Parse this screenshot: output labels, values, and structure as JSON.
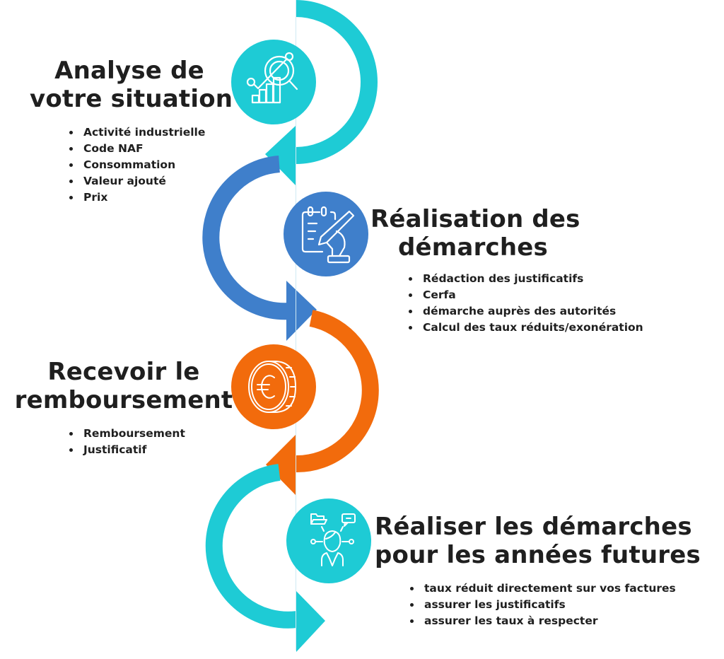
{
  "colors": {
    "cyan": "#1ECBD5",
    "blue": "#3F7FCB",
    "orange": "#F26B0C",
    "text": "#1f1f1f",
    "icon_stroke": "#ffffff"
  },
  "steps": [
    {
      "title_lines": [
        "Analyse de",
        "votre situation"
      ],
      "icon": "chart-magnifier-icon",
      "color": "#1ECBD5",
      "bullets": [
        "Activité industrielle",
        "Code NAF",
        "Consommation",
        "Valeur ajouté",
        "Prix"
      ]
    },
    {
      "title_lines": [
        "Réalisation des",
        "démarches"
      ],
      "icon": "document-writing-hand-icon",
      "color": "#3F7FCB",
      "bullets": [
        "Rédaction des justificatifs",
        "Cerfa",
        "démarche auprès des autorités",
        "Calcul des taux réduits/exonération"
      ]
    },
    {
      "title_lines": [
        "Recevoir le",
        "remboursement"
      ],
      "icon": "euro-coin-icon",
      "color": "#F26B0C",
      "bullets": [
        "Remboursement",
        "Justificatif"
      ]
    },
    {
      "title_lines": [
        "Réaliser les démarches",
        "pour les années futures"
      ],
      "icon": "person-network-icon",
      "color": "#1ECBD5",
      "bullets": [
        "taux réduit directement sur vos factures",
        "assurer les justificatifs",
        "assurer les taux à respecter"
      ]
    }
  ]
}
